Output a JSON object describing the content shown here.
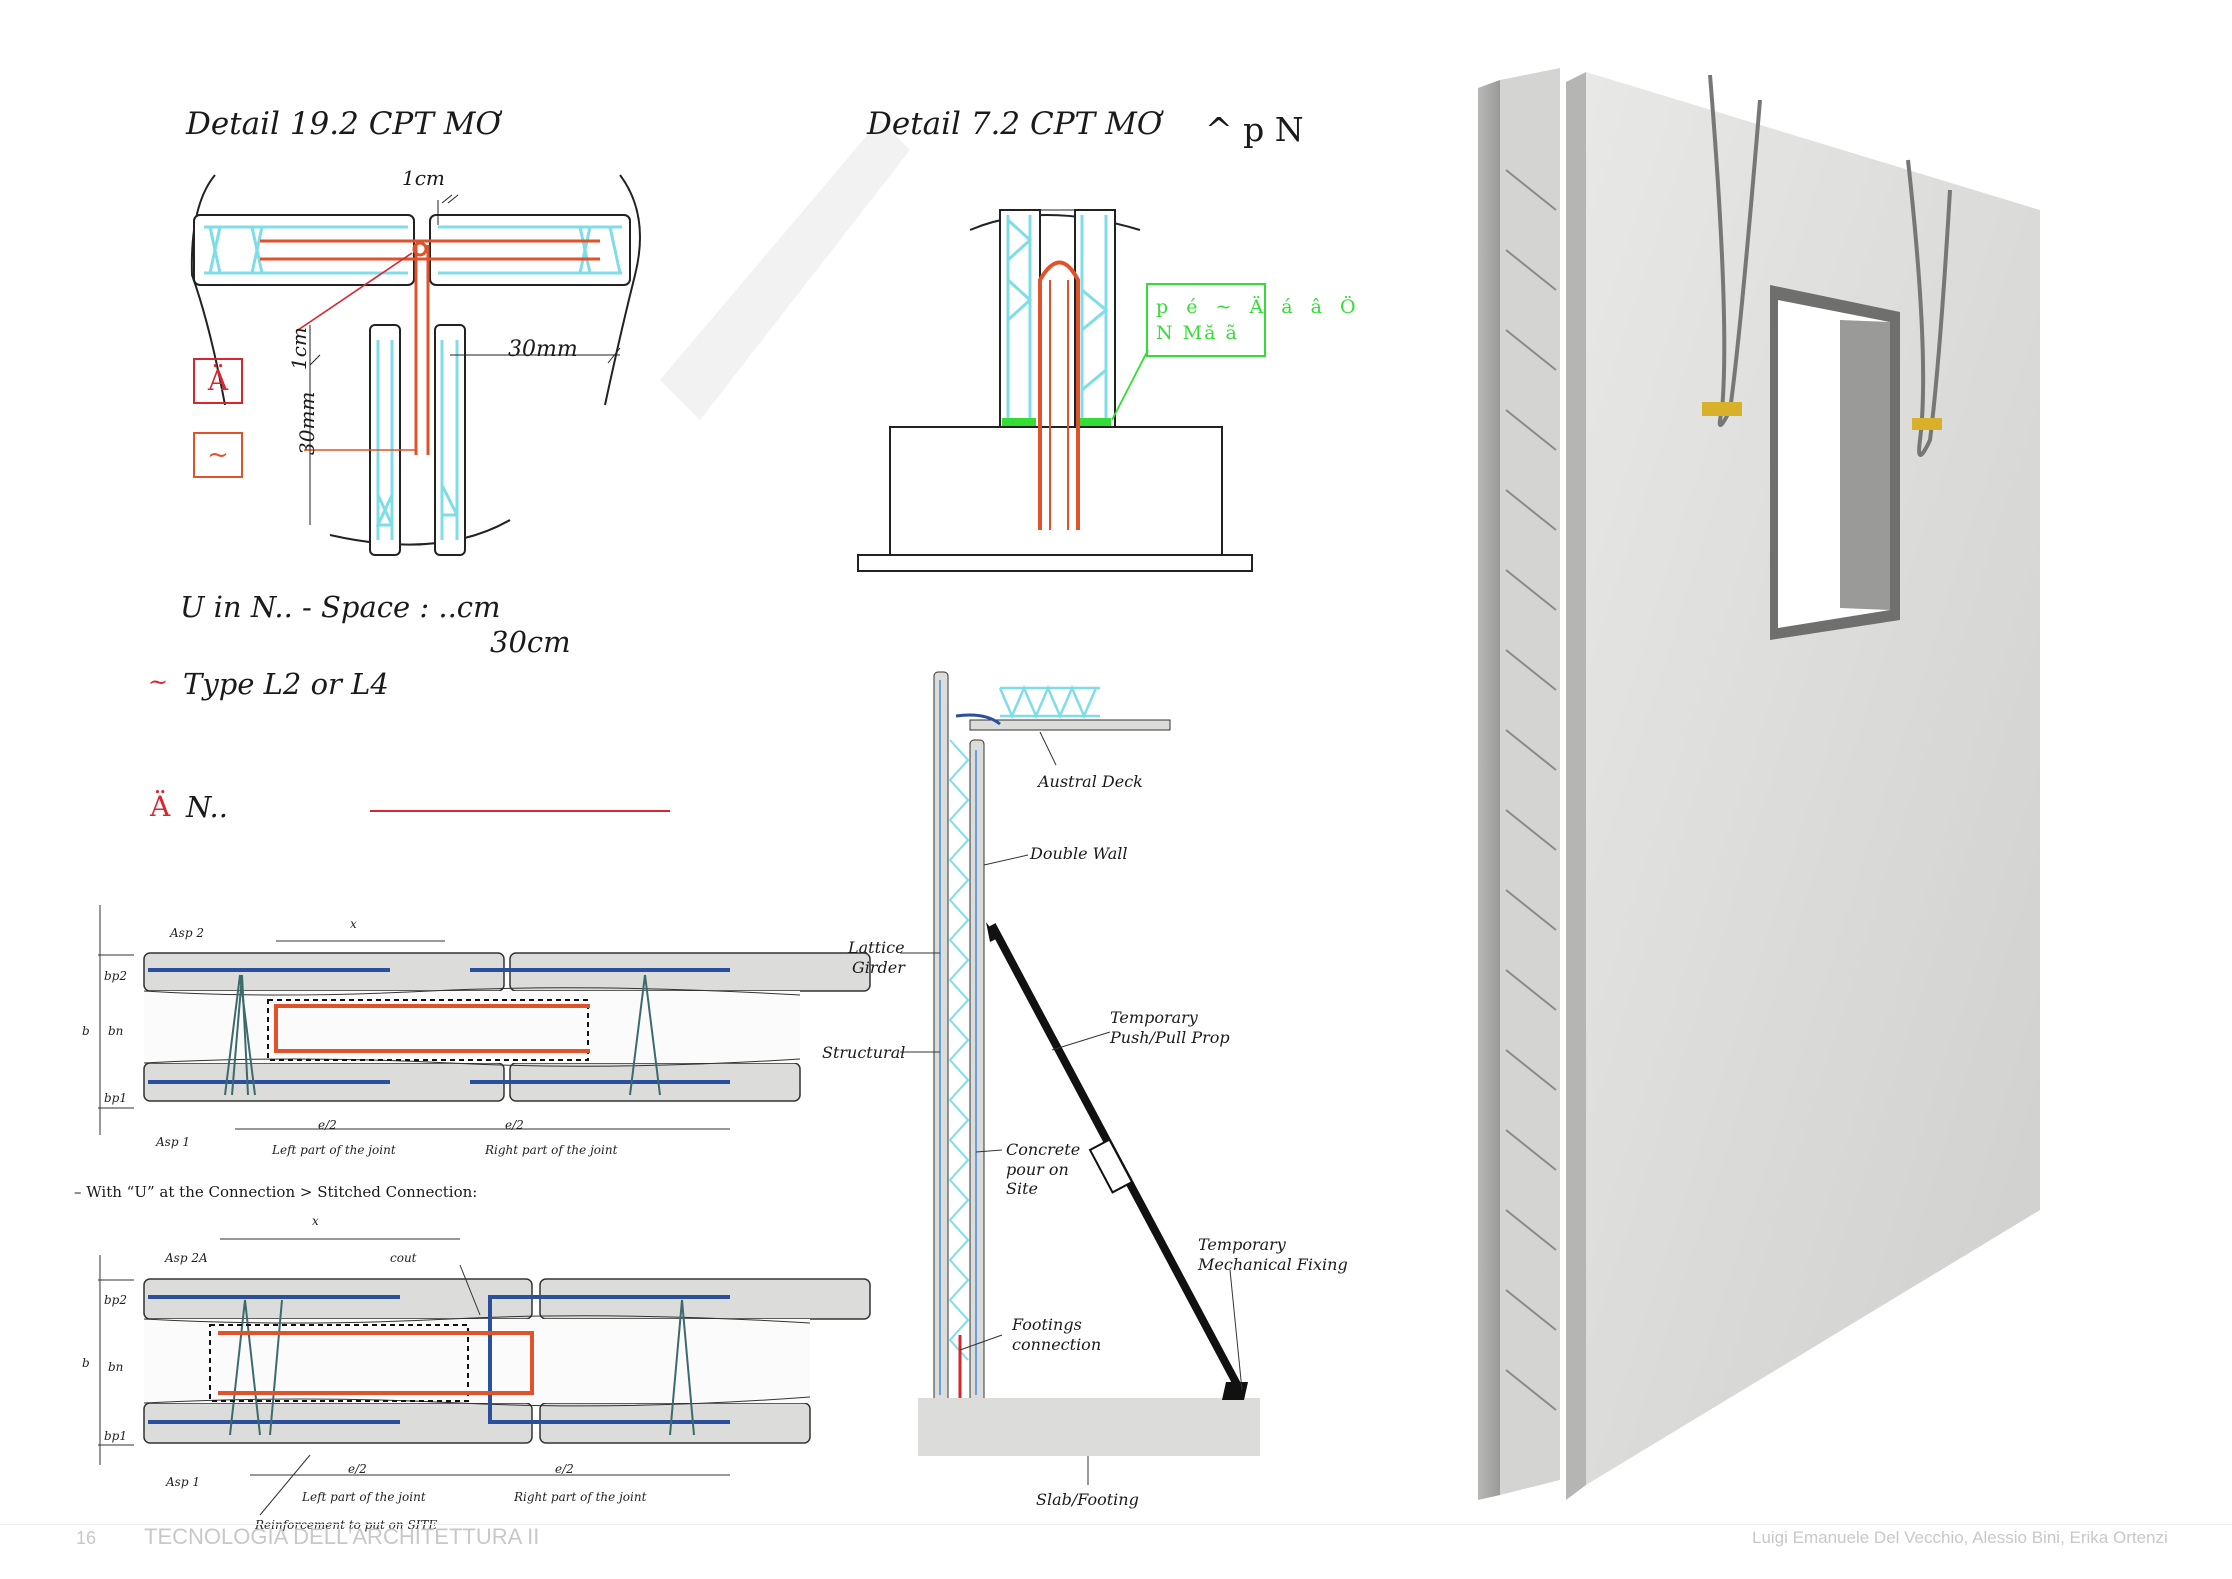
{
  "detail_left": {
    "title": "Detail 19.2 CPT MƠ",
    "dim_1cm_top": "1cm",
    "dim_1cm_side": "1cm",
    "dim_30mm_side": "30mm",
    "dim_30mm_right": "30mm",
    "marker_a": "Ä",
    "marker_b": "~"
  },
  "detail_right": {
    "title": "Detail 7.2 CPT MƠ",
    "extra": "^ p N",
    "callout_line1": "p é ~ Ä á â Ö",
    "callout_line2": "N Mă ã"
  },
  "notes": {
    "u_space": "U in N.. - Space : ..cm",
    "u_value": "30cm",
    "type_bullet": "~",
    "type_text": "Type L2 or L4",
    "an_bullet": "Ä",
    "an_text": "N.."
  },
  "joint1": {
    "asp2": "Asp 2",
    "asp1": "Asp 1",
    "x": "x",
    "bp2": "bp2",
    "bn": "bn",
    "bp1": "bp1",
    "b": "b",
    "e2a": "e/2",
    "e2b": "e/2",
    "left_part": "Left part of the joint",
    "right_part": "Right part of the joint"
  },
  "stitch_heading": "– With “U” at the Connection > Stitched Connection:",
  "joint2": {
    "asp2a": "Asp 2A",
    "cout": "cout",
    "asp1": "Asp 1",
    "x": "x",
    "bp2": "bp2",
    "bn": "bn",
    "bp1": "bp1",
    "b": "b",
    "e2a": "e/2",
    "e2b": "e/2",
    "left_part": "Left part of the joint",
    "right_part": "Right part of the joint",
    "reinforcement": "Reinforcement to put on SITE"
  },
  "section": {
    "austral_deck": "Austral Deck",
    "double_wall": "Double Wall",
    "lattice1": "Lattice",
    "lattice2": "Girder",
    "structural": "Structural",
    "prop1": "Temporary",
    "prop2": "Push/Pull Prop",
    "pour1": "Concrete",
    "pour2": "pour on",
    "pour3": "Site",
    "fix1": "Temporary",
    "fix2": "Mechanical Fixing",
    "foot1": "Footings",
    "foot2": "connection",
    "slab": "Slab/Footing"
  },
  "footer": {
    "page": "16",
    "course": "TECNOLOGIA DELL'ARCHITETTURA II",
    "authors": "Luigi Emanuele Del Vecchio, Alessio Bini, Erika Ortenzi"
  },
  "colors": {
    "orange": "#e0522a",
    "cyan": "#7fdde8",
    "red": "#d8262e",
    "green": "#33dd33",
    "blue": "#2a4f9c",
    "concrete": "#dcdcda"
  }
}
